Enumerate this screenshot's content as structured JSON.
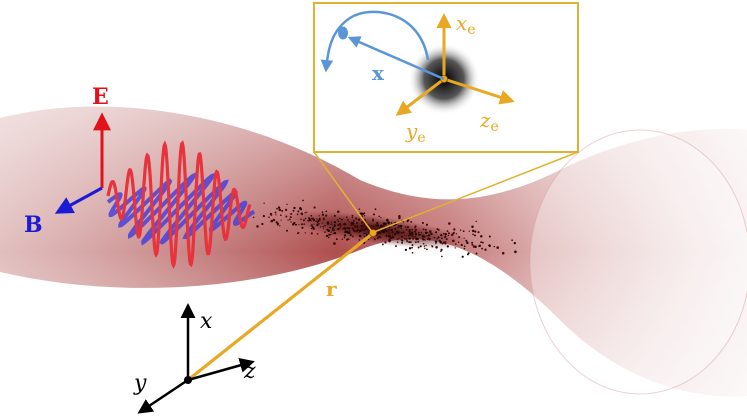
{
  "labels": {
    "E": "E",
    "B": "B",
    "x_vec": "x",
    "r_vec": "r",
    "axis_x": "x",
    "axis_y": "y",
    "axis_z": "z",
    "xe_main": "x",
    "xe_sub": "e",
    "ye_main": "y",
    "ye_sub": "e",
    "ze_main": "z",
    "ze_sub": "e"
  },
  "colors": {
    "beam": "#b24a4a",
    "electric_field": "#e8323c",
    "magnetic_field": "#4a3fd8",
    "E_arrow": "#e3111b",
    "B_arrow": "#1b1bd6",
    "position_vector": "#e8b12a",
    "inset_border": "#e2b132",
    "electron_frame": "#e8a823",
    "x_vector": "#5a96d6",
    "axes": "#000000"
  }
}
